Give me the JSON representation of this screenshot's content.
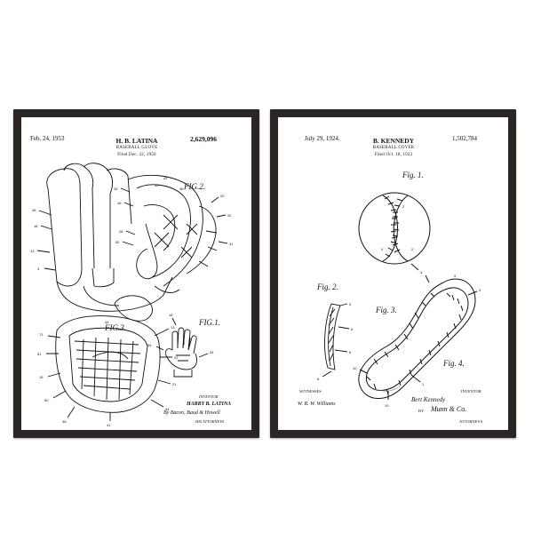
{
  "left_patent": {
    "date": "Feb. 24, 1953",
    "inventor_header": "H. B. LATINA",
    "title": "BASEBALL GLOVE",
    "filed": "Filed Dec. 22, 1950",
    "number": "2,629,096",
    "fig_labels": [
      "FIG.2.",
      "FIG.1.",
      "FIG.3."
    ],
    "inventor_label": "INVENTOR",
    "inventor_name": "HARRY B. LATINA",
    "attorney_signature": "By Bacon, Baud & Howell",
    "attorneys_label": "HIS ATTORNEYS"
  },
  "right_patent": {
    "date": "July 29, 1924.",
    "inventor_header": "B. KENNEDY",
    "title": "BASEBALL COVER",
    "filed": "Filed Oct. 18, 1923",
    "number": "1,502,784",
    "fig_labels": [
      "Fig. 1.",
      "Fig. 2.",
      "Fig. 3.",
      "Fig. 4."
    ],
    "witnesses_label": "WITNESSES",
    "witness_signature": "W. R. W. Williams",
    "inventor_label": "INVENTOR",
    "inventor_signature": "Bert Kennedy",
    "attorney_by": "BY",
    "attorney_signature": "Munn & Co.",
    "attorneys_label": "ATTORNEYS"
  },
  "colors": {
    "frame": "#2b2623",
    "mat": "#ffffff",
    "ink": "#111111"
  }
}
